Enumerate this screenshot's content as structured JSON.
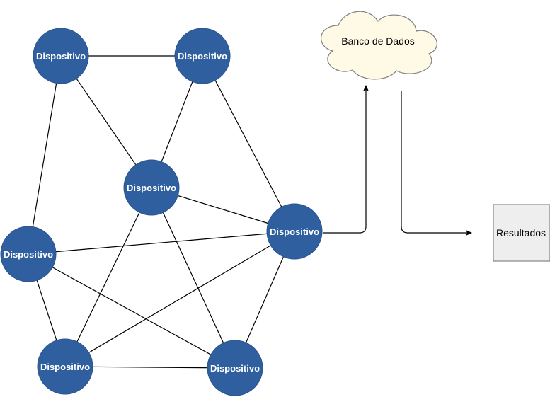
{
  "colors": {
    "node_fill": "#2f5f9f",
    "node_stroke": "#2a5590",
    "node_text": "#ffffff",
    "cloud_fill": "#fffae6",
    "cloud_stroke": "#7f7f7f",
    "results_fill": "#eeeeee",
    "results_stroke": "#6f6f6f",
    "line": "#000000"
  },
  "nodes": [
    {
      "id": "n1",
      "label": "Dispositivo"
    },
    {
      "id": "n2",
      "label": "Dispositivo"
    },
    {
      "id": "n3",
      "label": "Dispositivo"
    },
    {
      "id": "n4",
      "label": "Dispositivo"
    },
    {
      "id": "n5",
      "label": "Dispositivo"
    },
    {
      "id": "n6",
      "label": "Dispositivo"
    },
    {
      "id": "n7",
      "label": "Dispositivo"
    }
  ],
  "edges": [
    [
      "n1",
      "n2"
    ],
    [
      "n1",
      "n3"
    ],
    [
      "n1",
      "n5"
    ],
    [
      "n2",
      "n3"
    ],
    [
      "n2",
      "n4"
    ],
    [
      "n3",
      "n4"
    ],
    [
      "n3",
      "n6"
    ],
    [
      "n3",
      "n7"
    ],
    [
      "n4",
      "n5"
    ],
    [
      "n4",
      "n6"
    ],
    [
      "n4",
      "n7"
    ],
    [
      "n5",
      "n6"
    ],
    [
      "n5",
      "n7"
    ],
    [
      "n6",
      "n7"
    ]
  ],
  "database": {
    "label": "Banco de Dados",
    "icon": "cloud-icon"
  },
  "results": {
    "label": "Resultados"
  },
  "flow": [
    {
      "from": "n4",
      "to": "database",
      "arrow": true
    },
    {
      "from": "database",
      "to": "results",
      "arrow": true
    }
  ]
}
